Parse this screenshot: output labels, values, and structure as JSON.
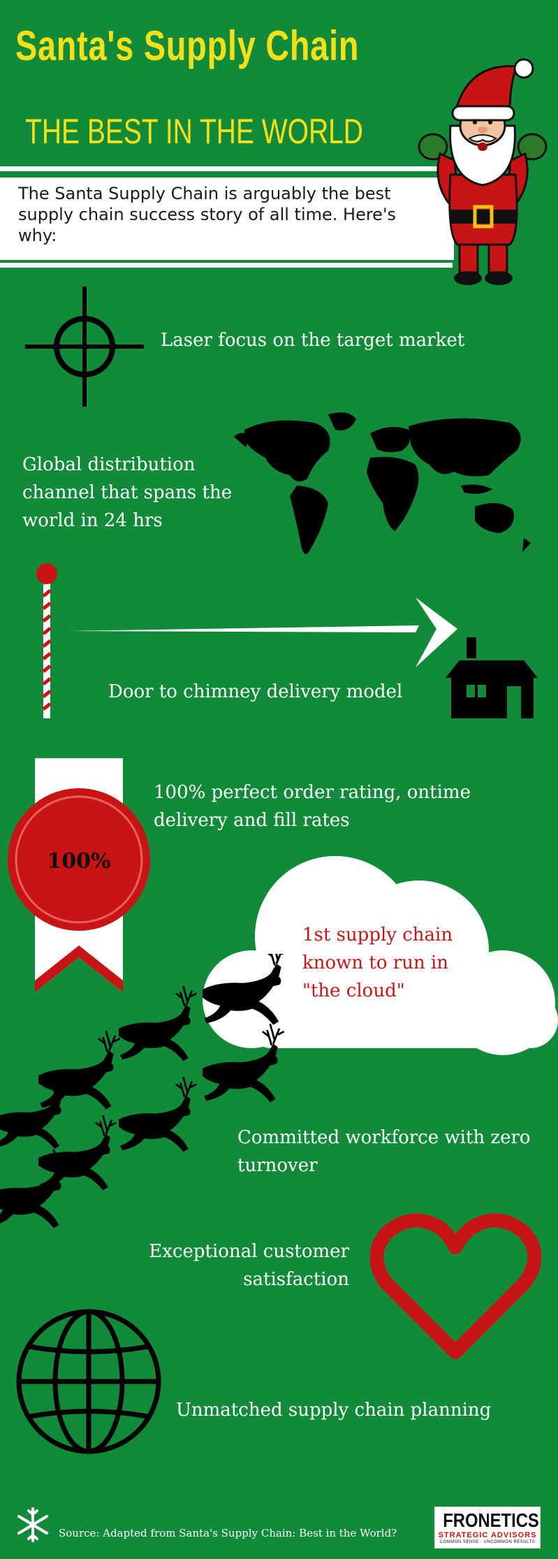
{
  "header": {
    "title": "Santa's Supply Chain",
    "subtitle": "THE BEST IN THE WORLD",
    "intro": "The  Santa Supply Chain is arguably the best supply chain success story of all time. Here's why:"
  },
  "items": [
    {
      "text": "Laser focus on the target market",
      "icon": "crosshair-icon"
    },
    {
      "text": "Global distribution channel that spans the world in 24 hrs",
      "icon": "world-map-icon"
    },
    {
      "text": "Door to chimney delivery model",
      "icon": "house-icon"
    },
    {
      "text": "100% perfect order rating, ontime delivery and fill rates",
      "icon": "ribbon-badge-icon",
      "badge": "100%"
    },
    {
      "text": "1st supply chain known to run in \"the cloud\"",
      "icon": "cloud-icon"
    },
    {
      "text": "Committed workforce with zero turnover",
      "icon": "reindeer-icon"
    },
    {
      "text": "Exceptional customer satisfaction",
      "icon": "heart-icon"
    },
    {
      "text": "Unmatched supply chain planning",
      "icon": "globe-icon"
    }
  ],
  "footer": {
    "source": "Source: Adapted from Santa's Supply Chain: Best in the World?",
    "logo_name": "FRONETICS",
    "logo_tagline": "STRATEGIC ADVISORS",
    "logo_slogan": "COMMON SENSE · UNCOMMON RESULTS"
  },
  "colors": {
    "background": "#118a3a",
    "title": "#f4e019",
    "accent_red": "#c81414",
    "white": "#ffffff"
  }
}
